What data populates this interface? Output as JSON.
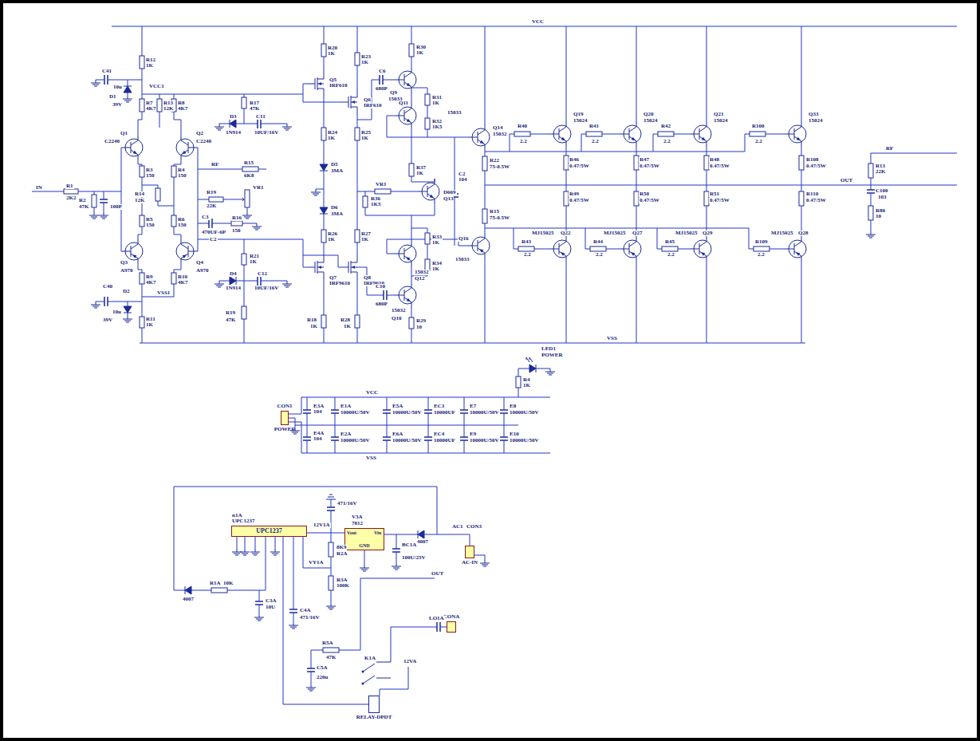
{
  "diagram": {
    "nodes": [
      {
        "text": [
          "CON1",
          "POWER"
        ]
      },
      {
        "text": [
          "UPC1237"
        ]
      },
      {
        "text": [
          "Vout",
          "GND",
          "Vin"
        ]
      },
      {
        "text": [
          "AC-IN"
        ]
      },
      {
        "text": [
          "CONA"
        ]
      },
      {
        "text": [
          "RELAY-DPDT"
        ]
      }
    ],
    "edges": [
      {
        "from": 3,
        "to": 2,
        "arrow": "none"
      },
      {
        "from": 2,
        "to": 1,
        "arrow": "none"
      },
      {
        "from": 1,
        "to": 5,
        "arrow": "none"
      }
    ],
    "labels": [
      "VCC",
      "R12",
      "1K",
      "C41",
      "10u",
      "D1",
      "39V",
      "VCC1",
      "R7",
      "4K7",
      "R13",
      "12K",
      "R8",
      "4K7",
      "Q1",
      "C2240",
      "Q2",
      "C2240",
      "R3",
      "150",
      "R4",
      "150",
      "RF",
      "R15",
      "6K8",
      "IN",
      "R1",
      "2K2",
      "R2",
      "47K",
      "100P",
      "R14",
      "12K",
      "R19",
      "22K",
      "VR1",
      "R5",
      "150",
      "R6",
      "150",
      "C3",
      "470UF-6P",
      "C2",
      "R16",
      "150",
      "Q3",
      "A970",
      "Q4",
      "A970",
      "R9",
      "4K7",
      "R10",
      "4K7",
      "C40",
      "D2",
      "10u",
      "39V",
      "VSS1",
      "R11",
      "1K",
      "D3",
      "1N914",
      "R17",
      "47K",
      "C11",
      "10UF/16V",
      "D4",
      "1N914",
      "R21",
      "1K",
      "C12",
      "10UF/16V",
      "R19",
      "47K",
      "R20",
      "1K",
      "R23",
      "1K",
      "Q5",
      "IRF610",
      "Q6",
      "IRF610",
      "R24",
      "1K",
      "R25",
      "1K",
      "D5",
      "3MA",
      "D6",
      "3MA",
      "R26",
      "1K",
      "R27",
      "1K",
      "Q7",
      "IRF9610",
      "Q8",
      "IRF9610",
      "R18",
      "1K",
      "R28",
      "1K",
      "R30",
      "1K",
      "C6",
      "680P",
      "Q9",
      "15033",
      "Q11",
      "R31",
      "1K",
      "R32",
      "1K5",
      "15033",
      "R37",
      "1K",
      "C2",
      "104",
      "VR1",
      "R36",
      "1K5",
      "D669",
      "Q13",
      "R33",
      "1K",
      "R34",
      "1K",
      "15032",
      "Q12",
      "C10",
      "680P",
      "15032",
      "Q10",
      "R29",
      "10",
      "Q14",
      "15032",
      "R22",
      "75-0.5W",
      "R15",
      "75-0.5W",
      "Q16",
      "15033",
      "R40",
      "2.2",
      "Q19",
      "15024",
      "R41",
      "2.2",
      "Q20",
      "15024",
      "R42",
      "2.2",
      "Q21",
      "15024",
      "R100",
      "2.2",
      "Q33",
      "15024",
      "R46",
      "0.47/5W",
      "R47",
      "0.47/5W",
      "R48",
      "0.47/5W",
      "R108",
      "0.47/5W",
      "OUT",
      "R49",
      "0.47/5W",
      "R50",
      "0.47/5W",
      "R51",
      "0.47/5W",
      "R110",
      "0.47/5W",
      "R43",
      "2.2",
      "MJ15025",
      "Q22",
      "R44",
      "2.2",
      "MJ15025",
      "Q27",
      "R45",
      "2.2",
      "MJ15025",
      "Q29",
      "R109",
      "2.2",
      "MJ15025",
      "Q28",
      "VSS",
      "RF",
      "R13",
      "22K",
      "C100",
      "103",
      "R80",
      "10",
      "LED1",
      "POWER",
      "R4",
      "1K",
      "VCC",
      "E3A",
      "104",
      "E4A",
      "104",
      "E1A",
      "10000U/50V",
      "E2A",
      "10000U/50V",
      "E5A",
      "10000U/50V",
      "E6A",
      "10000U/50V",
      "EC3",
      "10000UF",
      "EC4",
      "10000UF",
      "E7",
      "10000U/50V",
      "E9",
      "10000U/50V",
      "E8",
      "10000U/50V",
      "E10",
      "10000U/50V",
      "VSS",
      "471/16V",
      "V3A",
      "7812",
      "12V1A",
      "8K9",
      "R2A",
      "VY1A",
      "R3A",
      "100K",
      "BC1A",
      "100U/25V",
      "4007",
      "AC1",
      "CON3",
      "n1A",
      "UPC1237",
      "4007",
      "R1A",
      "10K",
      "C3A",
      "10U",
      "C4A",
      "471/16V",
      "OUT",
      "LO1A",
      "R5A",
      "47K",
      "C5A",
      "220u",
      "K1A",
      "12VA"
    ]
  }
}
